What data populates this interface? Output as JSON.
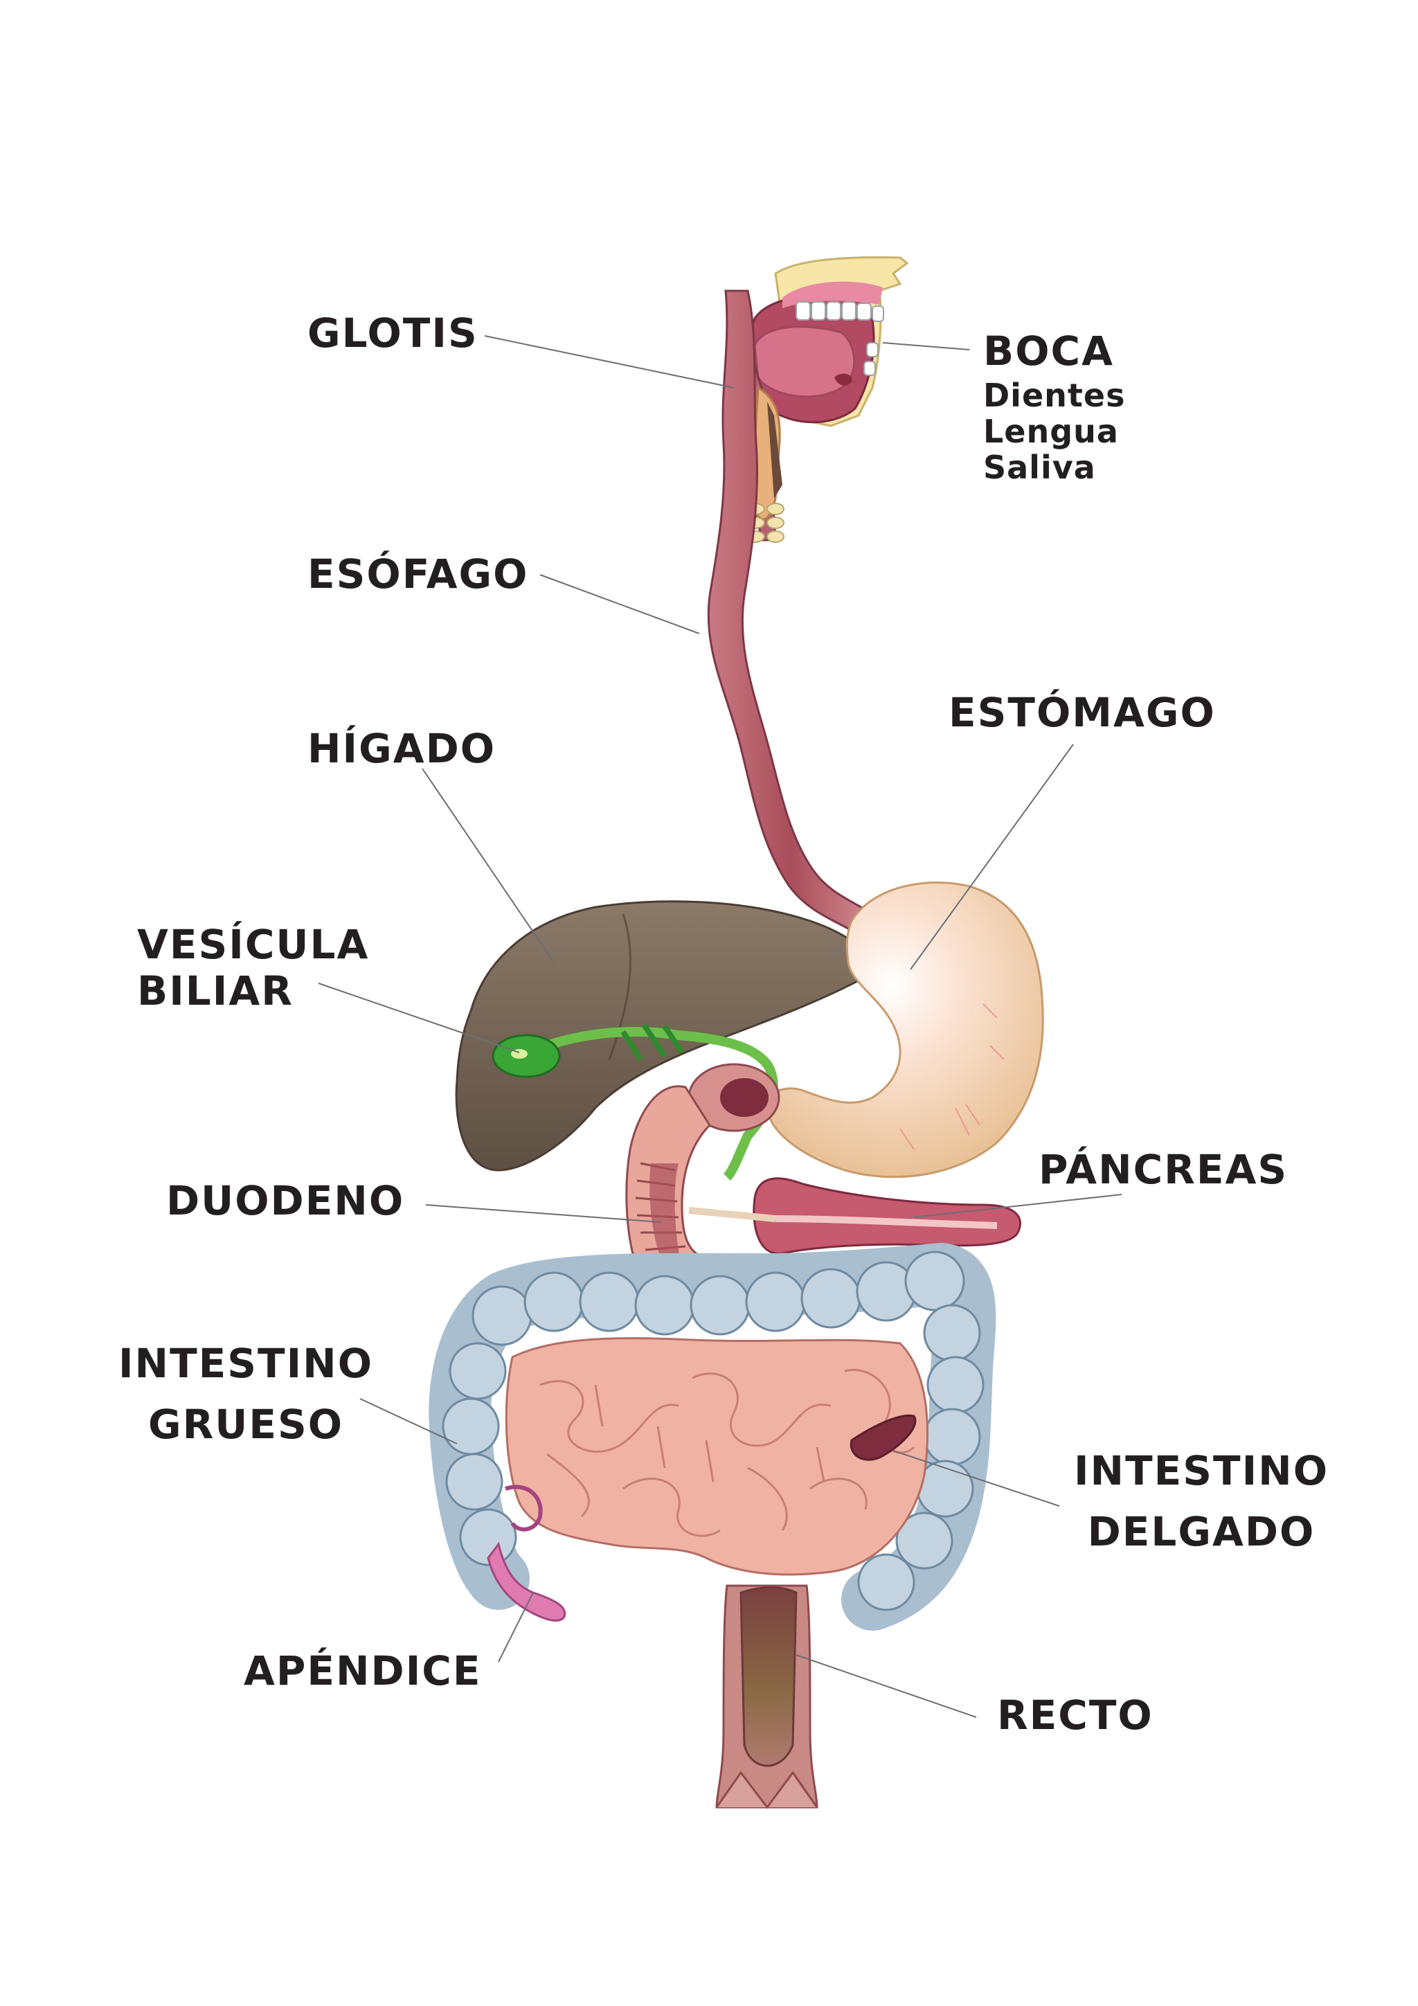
{
  "labels": {
    "glotis": "GLOTIS",
    "boca": "BOCA",
    "boca_parts": [
      "Dientes",
      "Lengua",
      "Saliva"
    ],
    "esofago": "ESÓFAGO",
    "estomago": "ESTÓMAGO",
    "higado": "HÍGADO",
    "vesicula": [
      "VESÍCULA",
      "BILIAR"
    ],
    "pancreas": "PÁNCREAS",
    "duodeno": "DUODENO",
    "intestino_grueso": [
      "INTESTINO",
      "GRUESO"
    ],
    "intestino_delgado": [
      "INTESTINO",
      "DELGADO"
    ],
    "apendice": "APÉNDICE",
    "recto": "RECTO"
  },
  "colors": {
    "label_text": "#231f20",
    "leader_line": "#6d6e71",
    "esophagus": "#b5606a",
    "liver": "#7a6a5a",
    "gallbladder": "#3aa635",
    "stomach": "#f0c9a0",
    "pancreas": "#c65a6e",
    "large_intestine": "#a9bfd0",
    "small_intestine": "#f0b3a3",
    "appendix": "#e07bb1",
    "rectum": "#c98a86"
  }
}
